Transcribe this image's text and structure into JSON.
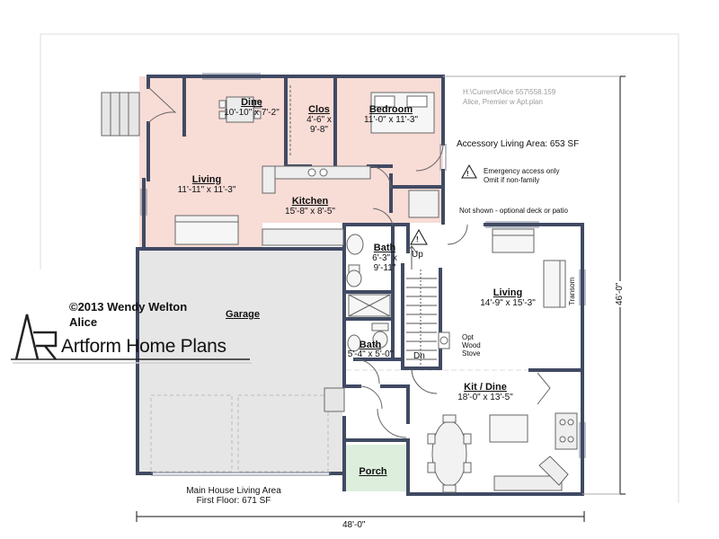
{
  "rooms": {
    "dine": {
      "title": "Dine",
      "dims": "10'-10\" x 7'-2\""
    },
    "clos": {
      "title": "Clos",
      "dims1": "4'-6\" x",
      "dims2": "9'-8\""
    },
    "bedroom": {
      "title": "Bedroom",
      "dims": "11'-0\" x 11'-3\""
    },
    "living_upper": {
      "title": "Living",
      "dims": "11'-11\" x 11'-3\""
    },
    "kitchen": {
      "title": "Kitchen",
      "dims": "15'-8\" x 8'-5\""
    },
    "bath1": {
      "title": "Bath",
      "dims1": "6'-3\" x",
      "dims2": "9'-11\""
    },
    "garage": {
      "title": "Garage"
    },
    "living_main": {
      "title": "Living",
      "dims": "14'-9\" x 15'-3\""
    },
    "bath2": {
      "title": "Bath",
      "dims": "5'-4\" x 5'-0\""
    },
    "kit_dine": {
      "title": "Kit / Dine",
      "dims": "18'-0\" x 13'-5\""
    },
    "porch": {
      "title": "Porch"
    }
  },
  "notes": {
    "file_path1": "H:\\Current\\Alice 557\\558.159",
    "file_path2": "Alice, Premier w Apt.plan",
    "accessory_area": "Accessory Living Area: 653 SF",
    "emergency1": "Emergency access only",
    "emergency2": "Omit if non-family",
    "warning_symbol": "!",
    "deck_note": "Not shown - optional deck or patio",
    "stair_up": "Up",
    "stair_dn": "Dn",
    "stove1": "Opt",
    "stove2": "Wood",
    "stove3": "Stove",
    "transom": "Transom",
    "main_area1": "Main House Living Area",
    "main_area2": "First Floor: 671 SF"
  },
  "dimensions": {
    "width": "48'-0\"",
    "depth": "46'-0\""
  },
  "branding": {
    "copyright": "©2013 Wendy Welton",
    "plan_name": "Alice",
    "logo_text": "Artform Home Plans"
  },
  "colors": {
    "accessory_fill": "#f8dcd6",
    "garage_fill": "#e6e6e6",
    "porch_fill": "#ddeedd",
    "wall": "#414a63"
  }
}
